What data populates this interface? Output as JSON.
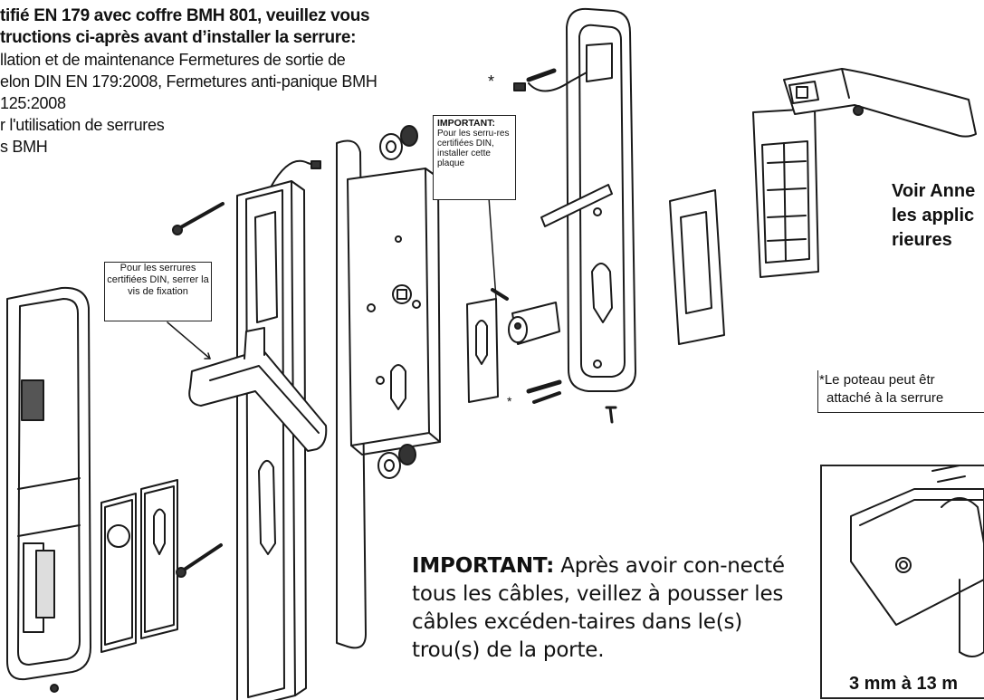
{
  "header": {
    "line1": "tifié EN 179 avec coffre BMH 801, veuillez vous",
    "line2": "tructions ci-après avant d’installer la serrure:",
    "line3": "llation et de maintenance Fermetures de sortie de",
    "line4": "elon DIN EN 179:2008, Fermetures anti-panique BMH",
    "line5": "125:2008",
    "line6": "r l'utilisation de serrures",
    "line7": "s BMH"
  },
  "callouts": {
    "din_screw": "Pour les serrures certifiées DIN, serrer la vis de fixation",
    "plate_title": "IMPORTANT:",
    "plate_body": "Pour les serru-res certifiées DIN, installer cette plaque"
  },
  "side": {
    "see_l1": "Voir Anne",
    "see_l2": "les applic",
    "see_l3": "rieures",
    "post_l1": "Le poteau peut êtr",
    "post_l2": "attaché à la serrure",
    "star": "*"
  },
  "important": {
    "keyword": "IMPORTANT:",
    "text": "Après avoir con-necté tous les câbles, veillez à pousser les câbles excéden-taires dans le(s) trou(s) de la porte."
  },
  "detail": {
    "measure": "3 mm à 13 m"
  }
}
